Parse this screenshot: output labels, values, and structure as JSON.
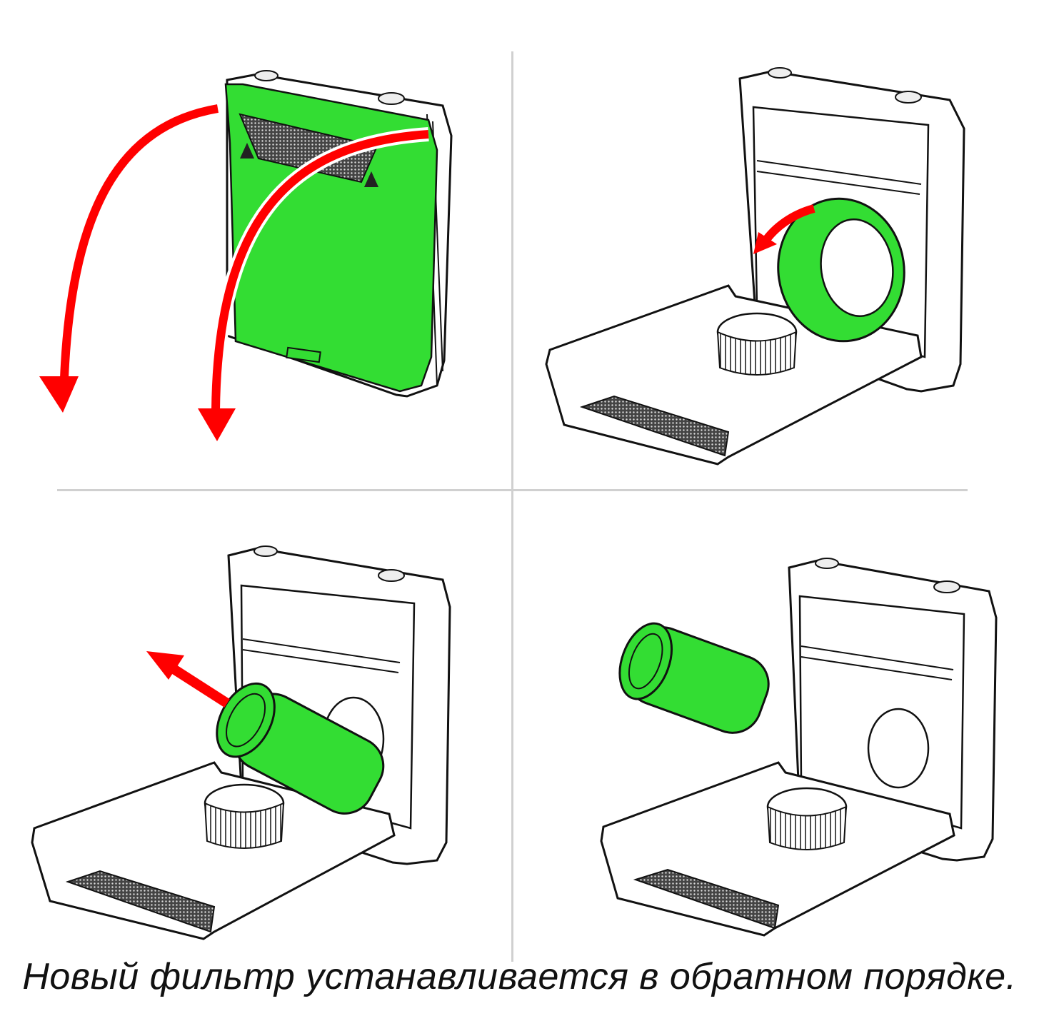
{
  "caption": "Новый фильтр устанавливается в обратном порядке.",
  "colors": {
    "highlight_green": "#33dd33",
    "arrow_red": "#ff0000",
    "outline": "#111111",
    "divider": "#d0d0d0"
  },
  "panels": [
    {
      "step": 1,
      "action": "open-front-cover",
      "highlight": "front-cover"
    },
    {
      "step": 2,
      "action": "rotate-filter",
      "highlight": "filter-ring"
    },
    {
      "step": 3,
      "action": "pull-out-filter",
      "highlight": "filter"
    },
    {
      "step": 4,
      "action": "filter-removed",
      "highlight": "filter"
    }
  ]
}
